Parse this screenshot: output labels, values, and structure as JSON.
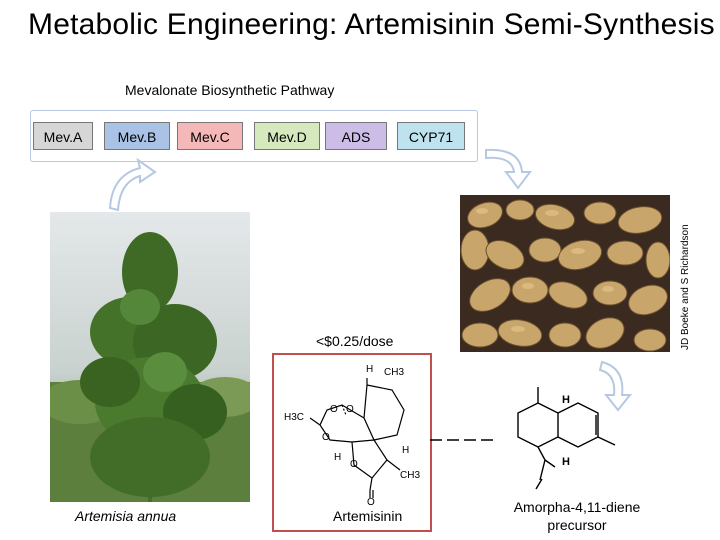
{
  "title": "Metabolic Engineering: Artemisinin Semi-Synthesis",
  "pathway": {
    "label": "Mevalonate Biosynthetic Pathway",
    "genes": [
      "Mev.A",
      "Mev.B",
      "Mev.C",
      "Mev.D",
      "ADS",
      "CYP71"
    ]
  },
  "credit": "JD Boeke and S Richardson",
  "cost": "<$0.25/dose",
  "labels": {
    "species": "Artemisia annua",
    "product": "Artemisinin",
    "precursor": "Amorpha-4,11-diene precursor"
  },
  "molecule_atoms": {
    "artemisinin": {
      "h1": "H",
      "ch3_top": "CH3",
      "h3c": "H3C",
      "o1": "O",
      "o2": "O",
      "o3": "O",
      "h2": "H",
      "h3": "H",
      "o4": "O",
      "ch3_bottom": "CH3",
      "o5": "O"
    },
    "amorphadiene": {
      "h_top": "H",
      "h_bottom": "H"
    }
  },
  "colors": {
    "mevA": "#d6d6d6",
    "mevB": "#a9c2e6",
    "mevC": "#f4b8b8",
    "mevD": "#d6e8be",
    "ads": "#cbbde6",
    "cyp71": "#bfe3ee",
    "highlight": "#c0504d",
    "arrow": "#b7c9e2"
  }
}
